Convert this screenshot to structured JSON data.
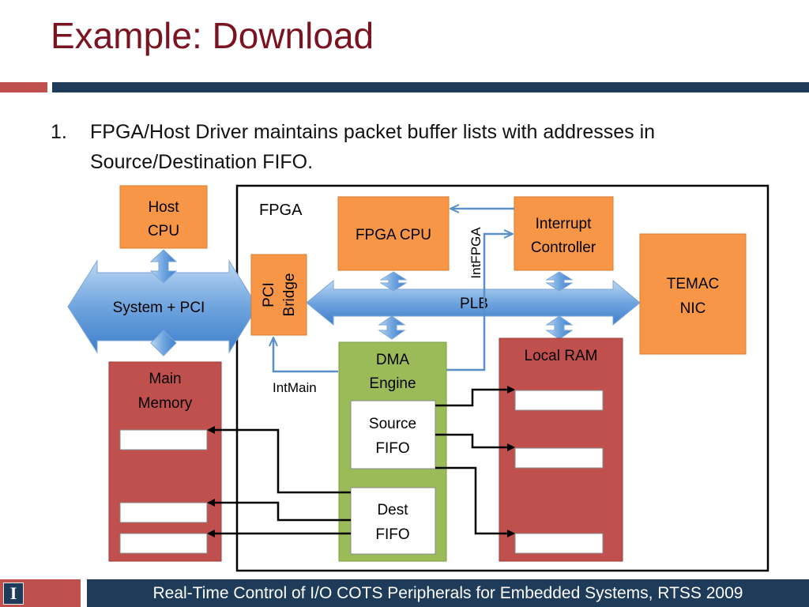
{
  "slide": {
    "title": "Example: Download",
    "bullet_number": "1.",
    "bullet_text": "FPGA/Host Driver maintains packet buffer lists with addresses in Source/Destination FIFO.",
    "footer_logo": "I",
    "footer_text": "Real-Time Control of I/O COTS Peripherals for Embedded Systems, RTSS 2009"
  },
  "diagram": {
    "host_cpu": [
      "Host",
      "CPU"
    ],
    "system_pci": "System + PCI",
    "main_memory": [
      "Main",
      "Memory"
    ],
    "fpga_label": "FPGA",
    "pci_bridge": [
      "PCI",
      "Bridge"
    ],
    "fpga_cpu": "FPGA CPU",
    "interrupt_controller": [
      "Interrupt",
      "Controller"
    ],
    "intfpga": "IntFPGA",
    "temac_nic": [
      "TEMAC",
      "NIC"
    ],
    "plb": "PLB",
    "dma_engine": [
      "DMA",
      "Engine"
    ],
    "intmain": "IntMain",
    "source_fifo": [
      "Source",
      "FIFO"
    ],
    "dest_fifo": [
      "Dest",
      "FIFO"
    ],
    "local_ram": "Local RAM"
  },
  "colors": {
    "orange": "#f79646",
    "red": "#c0504d",
    "green": "#9bbb59",
    "blue_arrow": "#5b9bd5",
    "navy": "#1f3b5a",
    "title": "#7a1420"
  }
}
